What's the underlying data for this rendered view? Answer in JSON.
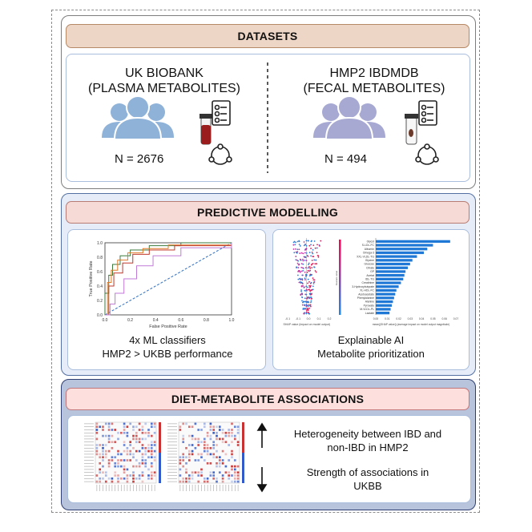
{
  "sections": {
    "datasets": {
      "title": "DATASETS",
      "left": {
        "title_line1": "UK BIOBANK",
        "title_line2": "(PLASMA METABOLITES)",
        "n_label": "N = 2676"
      },
      "right": {
        "title_line1": "HMP2 IBDMDB",
        "title_line2": "(FECAL METABOLITES)",
        "n_label": "N = 494"
      }
    },
    "predictive": {
      "title": "PREDICTIVE MODELLING",
      "left_caption_line1": "4x ML classifiers",
      "left_caption_line2": "HMP2 > UKBB performance",
      "right_caption_line1": "Explainable AI",
      "right_caption_line2": "Metabolite prioritization"
    },
    "diet": {
      "title": "DIET-METABOLITE ASSOCIATIONS",
      "up_line1": "Heterogeneity between IBD and",
      "up_line2": "non-IBD in HMP2",
      "down_line1": "Strength of associations in",
      "down_line2": "UKBB"
    }
  },
  "roc": {
    "xlabel": "False Positive Rate",
    "ylabel": "True Positive Rate",
    "ticks": [
      "0.0",
      "0.2",
      "0.4",
      "0.6",
      "0.8",
      "1.0"
    ],
    "curve_colors": [
      "#3b7a3b",
      "#e07b2a",
      "#c0392b",
      "#c27ad8"
    ],
    "diagonal_color": "#2f6fc1"
  },
  "shap": {
    "features": [
      "Glycol",
      "S-LDL-FC",
      "Albumin",
      "Omega-3",
      "XXL-VLDL-TG",
      "Glycine",
      "Glucose",
      "Citrate",
      "GP",
      "Acetat",
      "IDL-TG",
      "Creatinine",
      "3-Hydroxybutyrate",
      "XL-HDL-FC",
      "Acetoacetate",
      "Phenylalanine",
      "Alanine",
      "Pyruvate",
      "M-VLDL-PL",
      "Lactate"
    ],
    "importance": [
      0.065,
      0.05,
      0.045,
      0.042,
      0.036,
      0.032,
      0.03,
      0.028,
      0.026,
      0.025,
      0.024,
      0.022,
      0.02,
      0.018,
      0.017,
      0.016,
      0.015,
      0.014,
      0.013,
      0.012
    ],
    "beeswarm_xlabel": "SHAP value (impact on model output)",
    "bar_xlabel": "mean(|SHAP value|) (average impact on model output magnitude)",
    "beeswarm_ticks": [
      "-0.1",
      "-0.1",
      "0.0",
      "0.1",
      "0.2"
    ],
    "bar_ticks": [
      "0.00",
      "0.01",
      "0.02",
      "0.03",
      "0.04",
      "0.05",
      "0.06",
      "0.07"
    ],
    "colorbar_label": "Feature value",
    "bar_color": "#1f78d6"
  }
}
